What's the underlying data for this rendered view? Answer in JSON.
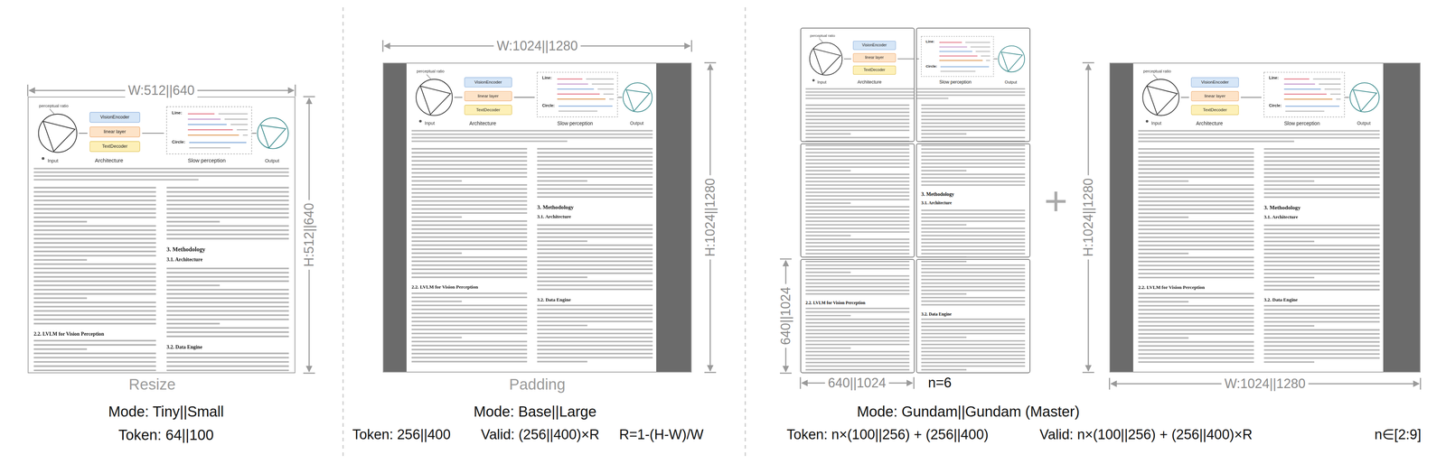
{
  "diagram": {
    "nodes": [
      {
        "text": [
          "VisionEncoder"
        ]
      },
      {
        "text": [
          "linear layer"
        ]
      },
      {
        "text": [
          "TextDecoder"
        ]
      },
      {
        "text": [
          "VisionEncoder"
        ]
      },
      {
        "text": [
          "linear layer"
        ]
      },
      {
        "text": [
          "TextDecoder"
        ]
      },
      {
        "text": [
          "VisionEncoder"
        ]
      },
      {
        "text": [
          "linear layer"
        ]
      },
      {
        "text": [
          "TextDecoder"
        ]
      },
      {
        "text": [
          "VisionEncoder"
        ]
      },
      {
        "text": [
          "linear layer"
        ]
      },
      {
        "text": [
          "TextDecoder"
        ]
      }
    ],
    "labels": [
      "W:512||640",
      "H:512||640",
      "Resize",
      "Mode: Tiny||Small",
      "Token: 64||100",
      "W:1024||1280",
      "H:1024||1280",
      "Padding",
      "Mode: Base||Large",
      "Token: 256||400",
      "Valid: (256||400)×R",
      "R=1-(H-W)/W",
      "640||1024",
      "640||1024",
      "n=6",
      "+",
      "H:1024||1280",
      "W:1024||1280",
      "Mode: Gundam||Gundam (Master)",
      "Token: n×(100||256) + (256||400)",
      "Valid: n×(100||256) + (256||400)×R",
      "n∈[2:9]",
      "perceptual ratio",
      "Input",
      "Architecture",
      "Line:",
      "Circle:",
      "Slow perception",
      "Output",
      "3. Methodology",
      "3.1. Architecture",
      "2.2. LVLM for Vision Perception",
      "3.2. Data Engine",
      "perceptual ratio",
      "Input",
      "Architecture",
      "Line:",
      "Circle:",
      "Slow perception",
      "Output",
      "3. Methodology",
      "3.1. Architecture",
      "2.2. LVLM for Vision Perception",
      "3.2. Data Engine",
      "perceptual ratio",
      "Input",
      "Architecture",
      "Line:",
      "Circle:",
      "Slow perception",
      "Output",
      "3. Methodology",
      "3.1. Architecture",
      "2.2. LVLM for Vision Perception",
      "3.2. Data Engine",
      "perceptual ratio",
      "Input",
      "Architecture",
      "Line:",
      "Circle:",
      "Slow perception",
      "Output",
      "3. Methodology",
      "3.1. Architecture",
      "2.2. LVLM for Vision Perception",
      "3.2. Data Engine"
    ]
  }
}
